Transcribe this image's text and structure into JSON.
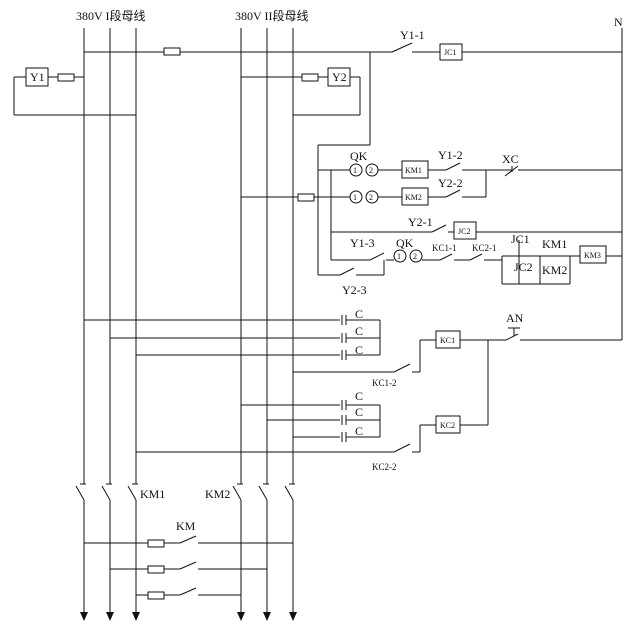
{
  "labels": {
    "bus_i": "380V I段母线",
    "bus_ii": "380V II段母线",
    "n": "N",
    "y1": "Y1",
    "y2": "Y2",
    "y1_1": "Y1-1",
    "y1_2": "Y1-2",
    "y1_3": "Y1-3",
    "y2_1": "Y2-1",
    "y2_2": "Y2-2",
    "y2_3": "Y2-3",
    "jc1": "JC1",
    "jc2": "JC2",
    "qk": "QK",
    "one": "1",
    "two": "2",
    "km": "KM",
    "km1": "KM1",
    "km2": "KM2",
    "km3": "KM3",
    "xc": "XC",
    "kc1": "KC1",
    "kc2": "KC2",
    "kc1_1": "KC1-1",
    "kc2_1": "KC2-1",
    "kc1_2": "KC1-2",
    "kc2_2": "KC2-2",
    "an": "AN",
    "c": "C"
  }
}
